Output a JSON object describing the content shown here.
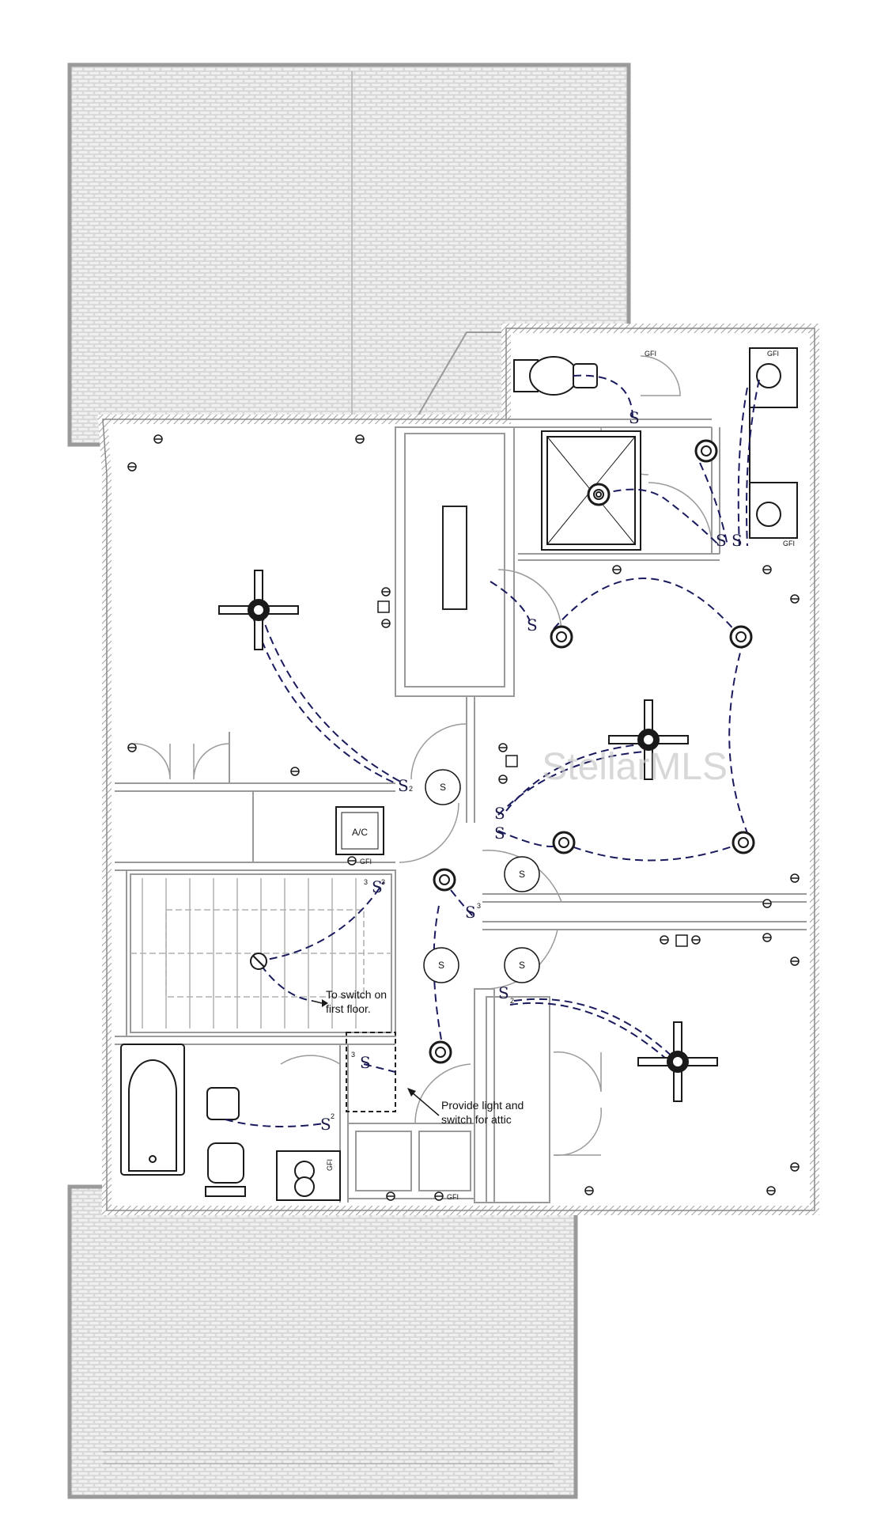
{
  "labels": {
    "ac": "A/C",
    "gfi": "GFI",
    "shower_s": "S",
    "switch_symbol": "S",
    "way2": "2",
    "way3": "3"
  },
  "notes": {
    "switch_first_floor_line1": "To switch on",
    "switch_first_floor_line2": "first floor.",
    "attic_line1": "Provide light and",
    "attic_line2": "switch for attic"
  },
  "watermark": "StellarMLS",
  "colors": {
    "wire": "#1a1a5e",
    "wall": "#9a9a9a",
    "roof": "#cfcfcf",
    "fixture": "#1a1a1a"
  }
}
